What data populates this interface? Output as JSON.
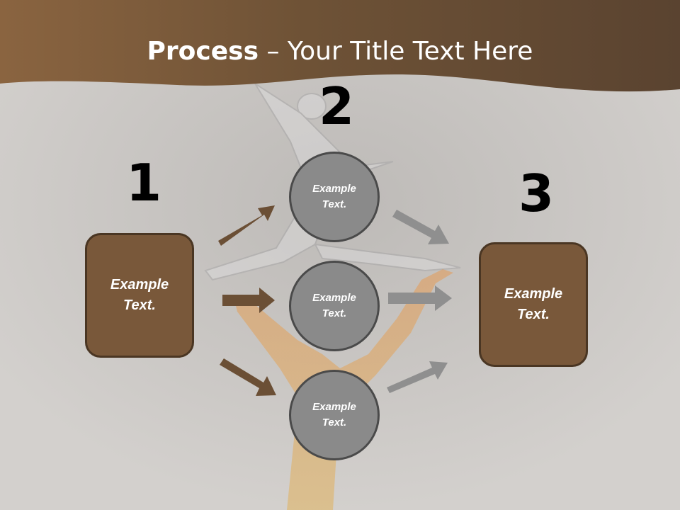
{
  "title": {
    "bold": "Process",
    "rest": " – Your Title Text Here"
  },
  "steps": {
    "n1": "1",
    "n2": "2",
    "n3": "3"
  },
  "left_box": {
    "line1": "Example",
    "line2": "Text."
  },
  "right_box": {
    "line1": "Example",
    "line2": "Text."
  },
  "circles": [
    {
      "line1": "Example",
      "line2": "Text."
    },
    {
      "line1": "Example",
      "line2": "Text."
    },
    {
      "line1": "Example",
      "line2": "Text."
    }
  ],
  "colors": {
    "header_brown": "#7a5a3c",
    "box_fill": "#79583a",
    "circle_fill": "#8a8a8a",
    "arrow_brown": "#6b4f35",
    "arrow_grey": "#8f8f8f"
  }
}
